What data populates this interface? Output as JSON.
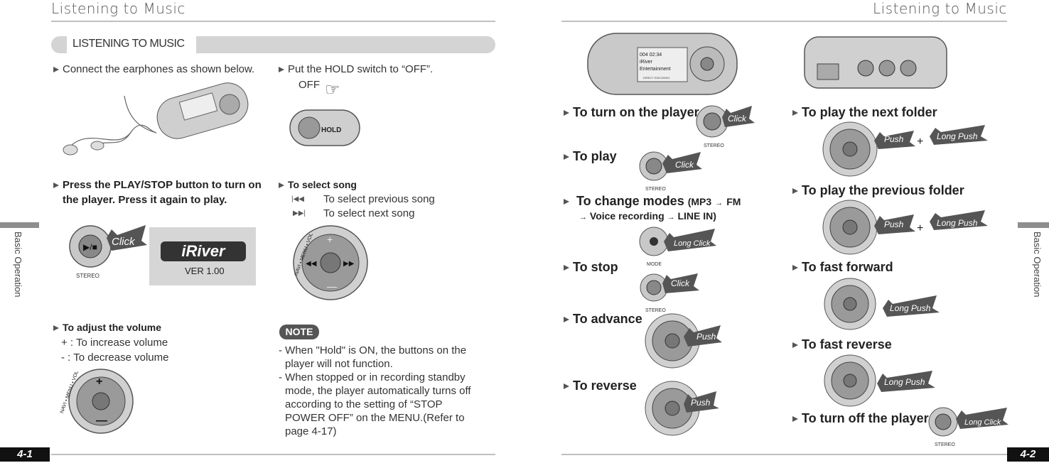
{
  "left": {
    "header": "Listening to Music",
    "section_title": "LISTENING TO MUSIC",
    "side_label": "Basic Operation",
    "page_number": "4-1",
    "connect": "Connect the earphones as shown below.",
    "hold": "Put the HOLD switch to “OFF”.",
    "hold_off": "OFF",
    "hold_switch_label": "HOLD",
    "press_play_1": "Press the PLAY/STOP button to turn on",
    "press_play_2": "the player. Press it again to play.",
    "click_label": "Click",
    "stereo_label": "STEREO",
    "logo_text": "iRiver",
    "version": "VER 1.00",
    "select_song_title": "To select song",
    "select_prev": "To select previous song",
    "select_next": "To select next song",
    "volume_title": "To adjust the volume",
    "volume_plus": "+ : To increase volume",
    "volume_minus": "- : To decrease volume",
    "navi_text": "NAVI • MENU • VOL",
    "note_badge": "NOTE",
    "note_1a": "- When \"Hold\" is ON, the buttons on the",
    "note_1b": "player will not function.",
    "note_2a": "- When stopped or in recording standby",
    "note_2b": "mode, the player automatically turns off",
    "note_2c": "according to the setting of “STOP",
    "note_2d": "POWER OFF” on the MENU.(Refer to",
    "note_2e": "page 4-17)"
  },
  "right": {
    "header": "Listening to Music",
    "side_label": "Basic Operation",
    "page_number": "4-2",
    "device_screen_line1": "004  02:34",
    "device_screen_line2": "iRiver",
    "device_screen_line3": "Entertainment",
    "device_screen_line4": "DIRECT ENCODING",
    "mode_label": "MODE",
    "stereo_label": "STEREO",
    "items_col1": [
      {
        "label": "To turn on the player",
        "action": "Click"
      },
      {
        "label": "To play",
        "action": "Click"
      },
      {
        "label": "To change modes",
        "extra": "(MP3",
        "extra2": "FM",
        "action": "Long Click"
      },
      {
        "label": "To stop",
        "action": "Click"
      },
      {
        "label": "To advance",
        "action": "Push"
      },
      {
        "label": "To reverse",
        "action": "Push"
      }
    ],
    "modes_line2a": "Voice recording",
    "modes_line2b": "LINE IN)",
    "items_col2": [
      {
        "label": "To play the next folder",
        "action1": "Push",
        "plus": "+",
        "action2": "Long Push"
      },
      {
        "label": "To play the previous folder",
        "action1": "Push",
        "plus": "+",
        "action2": "Long Push"
      },
      {
        "label": "To fast forward",
        "action": "Long Push"
      },
      {
        "label": "To fast reverse",
        "action": "Long Push"
      },
      {
        "label": "To turn off the player",
        "action": "Long Click"
      }
    ]
  }
}
